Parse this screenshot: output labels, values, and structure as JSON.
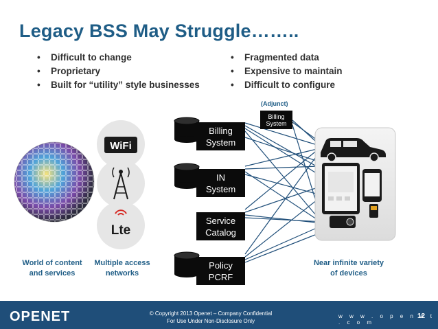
{
  "title": "Legacy BSS May Struggle……..",
  "bullets_left": [
    "Difficult to change",
    "Proprietary",
    "Built for “utility” style businesses"
  ],
  "bullets_right": [
    "Fragmented data",
    "Expensive to maintain",
    "Difficult to configure"
  ],
  "adjunct_label": "(Adjunct)",
  "adjunct_box": [
    "Billing",
    "System"
  ],
  "boxes": [
    {
      "line1": "Billing",
      "line2": "System"
    },
    {
      "line1": "IN",
      "line2": "System"
    },
    {
      "line1": "Service",
      "line2": "Catalog"
    },
    {
      "line1": "Policy",
      "line2": "PCRF"
    }
  ],
  "access_icons": {
    "wifi_text": "WiFi",
    "lte_text": "Lte"
  },
  "captions": {
    "content": [
      "World of content",
      "and services"
    ],
    "access": [
      "Multiple access",
      "networks"
    ],
    "devices": [
      "Near infinite variety",
      "of devices"
    ]
  },
  "footer": {
    "logo": "OPENET",
    "copyright_line1": "© Copyright 2013 Openet – Company Confidential",
    "copyright_line2": "For Use Under Non-Disclosure Only",
    "website": "w w w . o p e n e t . c o m",
    "page_number": "12"
  },
  "colors": {
    "title": "#1f5d86",
    "footer": "#1f4e79",
    "line": "#1f4e79",
    "box": "#0b0b0b",
    "lte": "#d62a24"
  }
}
